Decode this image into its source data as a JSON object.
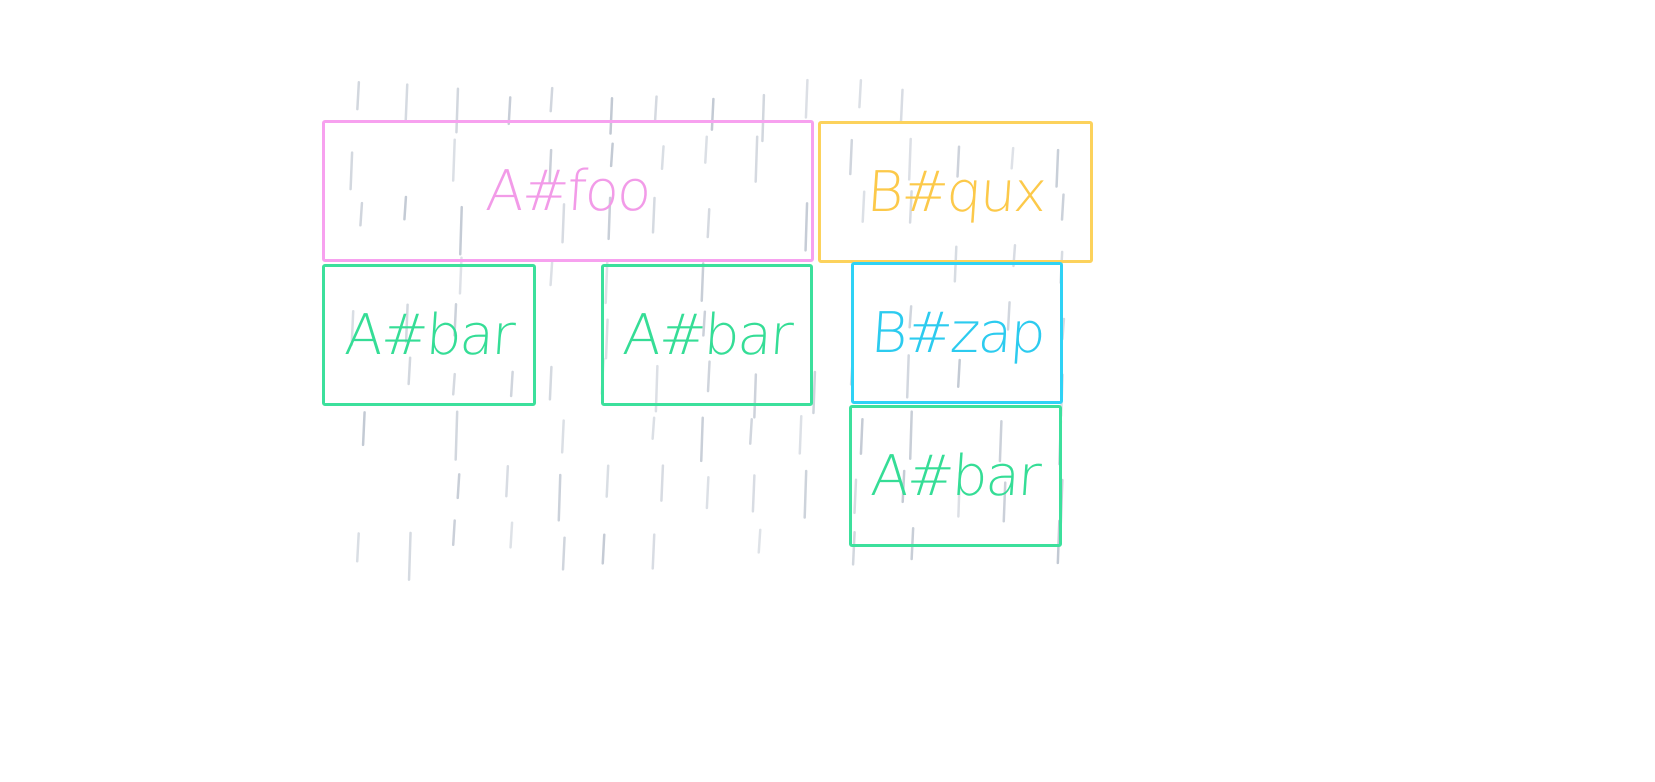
{
  "diagram": {
    "description": "Hand-drawn grid layout of named components",
    "boxes": [
      {
        "id": "a-foo",
        "label": "A#foo",
        "color": "#f7a1ef"
      },
      {
        "id": "b-qux",
        "label": "B#qux",
        "color": "#fcd25c"
      },
      {
        "id": "a-bar-1",
        "label": "A#bar",
        "color": "#3ce09c"
      },
      {
        "id": "a-bar-2",
        "label": "A#bar",
        "color": "#3ce09c"
      },
      {
        "id": "b-zap",
        "label": "B#zap",
        "color": "#2fd2f5"
      },
      {
        "id": "a-bar-3",
        "label": "A#bar",
        "color": "#3ce09c"
      }
    ],
    "background_pattern": "vertical rain dashes",
    "pattern_color": "#b8c0cc"
  }
}
